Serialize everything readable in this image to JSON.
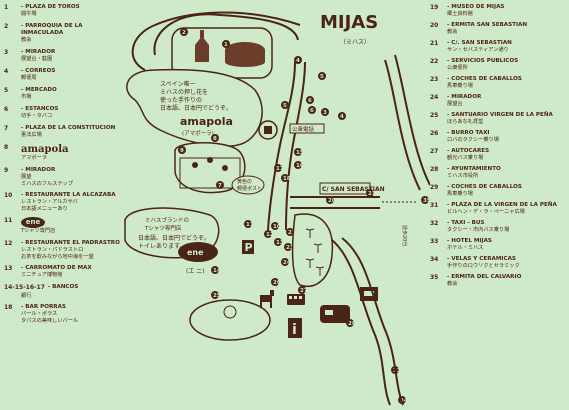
{
  "map": {
    "title": "MIJAS",
    "title_jp": "（ミハス）",
    "caption_line1": "スペイン唯一",
    "caption_line2": "ミハスの押し花を",
    "caption_line3": "使った手作りの",
    "caption_line4": "日本語、日本円でどうぞ。",
    "amapola_label": "amapola",
    "amapola_jp": "(アマポーラ)",
    "phone_label": "公衆電話",
    "post_line1": "黄色の",
    "post_line2": "郵便ポスト",
    "street_label": "C/ SAN SEBASTIAN",
    "walk_label": "徒歩20分",
    "boutique_line1": "ミハスブランドの",
    "boutique_line2": "Tシャツ専門店",
    "boutique_line3": "日本語、日本円でどうぞ。",
    "boutique_line4": "トイレあります。",
    "ene_label": "ene",
    "ene_jp": "(エ ニ)"
  },
  "legend_left": [
    {
      "num": "1",
      "title": "- PLAZA DE TOROS",
      "jp": "闘牛場"
    },
    {
      "num": "2",
      "title": "- PARROQUIA DE LA INMACULADA",
      "jp": "教会"
    },
    {
      "num": "3",
      "title": "- MIRADOR",
      "jp": "展望台・庭園"
    },
    {
      "num": "4",
      "title": "- CORREOS",
      "jp": "郵便局"
    },
    {
      "num": "5",
      "title": "- MERCADO",
      "jp": "市場"
    },
    {
      "num": "6",
      "title": "- ESTANCOS",
      "jp": "切手・タバコ"
    },
    {
      "num": "7",
      "title": "- PLAZA DE LA CONSTITUCION",
      "jp": "憲法広場"
    },
    {
      "num": "8",
      "title": "amapola",
      "jp": "アマポーラ"
    },
    {
      "num": "9",
      "title": "- MIRADOR",
      "jp": "展望",
      "jp2": "ミハスのフルステップ"
    },
    {
      "num": "10",
      "title": "- RESTAURANTE LA ALCAZABA",
      "jp": "レストラン・アルカサバ",
      "jp2": "日本語メニューあり"
    },
    {
      "num": "11",
      "title": "ene",
      "jp": "Tシャツ専門店"
    },
    {
      "num": "12",
      "title": "- RESTAURANTE EL PADRASTRO",
      "jp": "レストラン・パドラストロ",
      "jp2": "お茶を飲みながら地中海を一望"
    },
    {
      "num": "13",
      "title": "- CARROMATO DE MAX",
      "jp": "ミニチュア博物館"
    },
    {
      "num": "14-15-16-17",
      "title": "- BANCOS",
      "jp": "銀行"
    },
    {
      "num": "18",
      "title": "- BAR PORRAS",
      "jp": "バール・ポラス",
      "jp2": "タパスの美味しいバール"
    }
  ],
  "legend_right": [
    {
      "num": "19",
      "title": "- MUSEO DE MIJAS",
      "jp": "郷土資料館"
    },
    {
      "num": "20",
      "title": "- ERMITA SAN SEBASTIAN",
      "jp": "教会"
    },
    {
      "num": "21",
      "title": "- C/. SAN SEBASTIAN",
      "jp": "サン・セバスティアン通り"
    },
    {
      "num": "22",
      "title": "- SERVICIOS PUBLICOS",
      "jp": "公衆便所"
    },
    {
      "num": "23",
      "title": "- COCHES DE CABALLOS",
      "jp": "馬車乗り場"
    },
    {
      "num": "24",
      "title": "- MIRADOR",
      "jp": "展望台"
    },
    {
      "num": "25",
      "title": "- SANTUARIO VIRGEN DE LA PEÑA",
      "jp": "ほらあな礼拝堂"
    },
    {
      "num": "26",
      "title": "- BURRO TAXI",
      "jp": "ロバのタクシー乗り場"
    },
    {
      "num": "27",
      "title": "- AUTOCARES",
      "jp": "観光バス乗り場"
    },
    {
      "num": "28",
      "title": "- AYUNTAMIENTO",
      "jp": "ミハス市役所"
    },
    {
      "num": "29",
      "title": "- COCHES DE CABALLOS",
      "jp": "馬車乗り場"
    },
    {
      "num": "31",
      "title": "- PLAZA DE LA VIRGEN DE LA PEÑA",
      "jp": "ビルヘン・デ・ラ・ペーニャ広場"
    },
    {
      "num": "32",
      "title": "- TAXI - BUS",
      "jp": "タクシー・市内バス乗り場"
    },
    {
      "num": "33",
      "title": "- HOTEL MIJAS",
      "jp": "ホテル・ミハス"
    },
    {
      "num": "34",
      "title": "- VELAS Y CERAMICAS",
      "jp": "手作りのロウソクとセラミック"
    },
    {
      "num": "35",
      "title": "- ERMITA DEL CALVARIO",
      "jp": "教会"
    }
  ]
}
